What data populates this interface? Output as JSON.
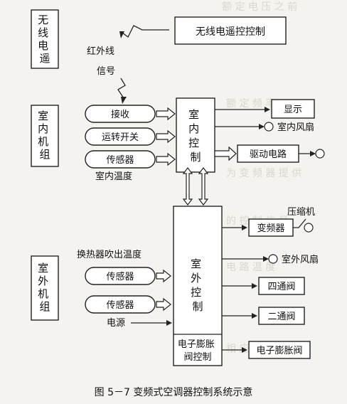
{
  "labels": {
    "wireless_controller": "无线电遥控",
    "wireless_remote_control": "无线电遥控控制",
    "infrared_signal": "红外线",
    "signal": "信号",
    "indoor_unit": "室内机组",
    "receive": "接收",
    "run_switch": "运转开关",
    "sensor": "传感器",
    "indoor_temperature": "室内温度",
    "indoor_control": "室内控制",
    "display": "显示",
    "indoor_fan": "室内风扇",
    "drive_circuit": "驱动电路",
    "compressor": "压缩机",
    "inverter": "变频器",
    "outdoor_fan": "室外风扇",
    "four_way_valve": "四通阀",
    "two_way_valve": "二通阀",
    "outdoor_unit": "室外机组",
    "exchanger_outlet_temperature": "换热器吹出温度",
    "power": "电源",
    "outdoor_control": "室外控制",
    "eev_control": "电子膨胀阀控制",
    "eev": "电子膨胀阀",
    "caption": "图 5－7    变频式空调器控制系统示意"
  }
}
